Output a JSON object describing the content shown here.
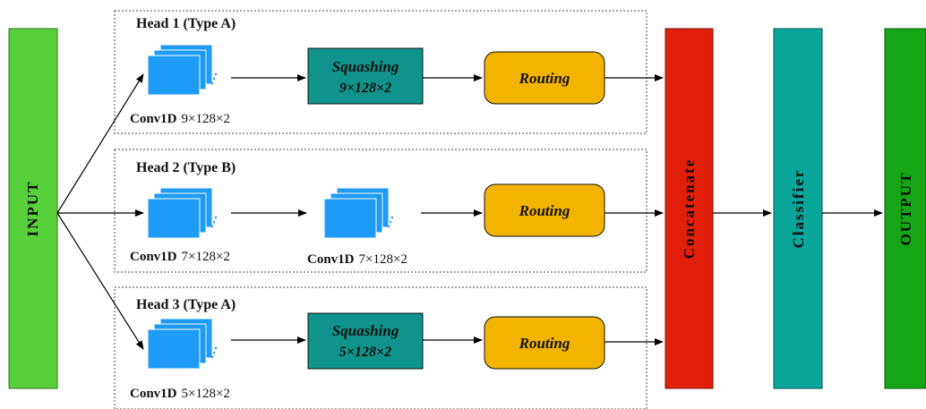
{
  "input": {
    "label": "INPUT"
  },
  "concatenate": {
    "label": "Concatenate"
  },
  "classifier": {
    "label": "Classifier"
  },
  "output": {
    "label": "OUTPUT"
  },
  "heads": [
    {
      "title": "Head 1 (Type A)",
      "conv_label": "Conv1D",
      "conv_dims": "9×128×2",
      "squashing": {
        "label": "Squashing",
        "dims": "9×128×2"
      },
      "routing": "Routing"
    },
    {
      "title": "Head 2 (Type B)",
      "conv_label": "Conv1D",
      "conv_dims": "7×128×2",
      "conv2_label": "Conv1D",
      "conv2_dims": "7×128×2",
      "routing": "Routing"
    },
    {
      "title": "Head 3 (Type A)",
      "conv_label": "Conv1D",
      "conv_dims": "5×128×2",
      "squashing": {
        "label": "Squashing",
        "dims": "5×128×2"
      },
      "routing": "Routing"
    }
  ],
  "colors": {
    "input": "#58d03b",
    "concatenate": "#e21f0a",
    "classifier": "#0aa699",
    "output": "#16a516",
    "squashing": "#10938a",
    "routing": "#f3b400",
    "stack": "#1e9af7"
  }
}
